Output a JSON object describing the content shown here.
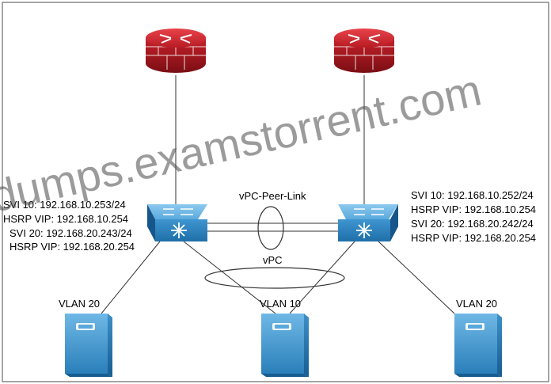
{
  "watermark": "dumps.examstorrent.com",
  "left_switch_info": [
    "SVI 10: 192.168.10.253/24",
    "HSRP VIP: 192.168.10.254",
    "SVI 20: 192.168.20.243/24",
    "HSRP VIP: 192.168.20.254"
  ],
  "right_switch_info": [
    "SVI 10: 192.168.10.252/24",
    "HSRP VIP: 192.168.10.254",
    "SVI 20: 192.168.20.242/24",
    "HSRP VIP: 192.168.20.254"
  ],
  "peer_link_label": "vPC-Peer-Link",
  "vpc_label": "vPC",
  "servers": {
    "left": "VLAN 20",
    "center": "VLAN 10",
    "right": "VLAN 20"
  },
  "colors": {
    "firewall": "#c8202a",
    "firewall_dark": "#8e1218",
    "switch": "#4a9fd8",
    "switch_dark": "#1f6fa8",
    "server": "#5aa9dd",
    "server_dark": "#1e6aa0",
    "line": "#333333",
    "frame": "#888888"
  }
}
